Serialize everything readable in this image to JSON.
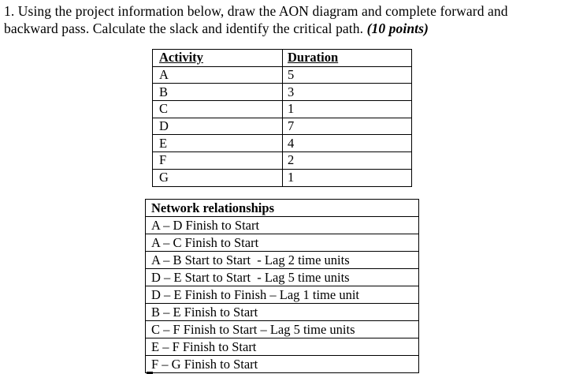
{
  "title": {
    "line1": "1. Using the project information below, draw the AON diagram and complete forward and",
    "line2": "backward pass. Calculate the slack and identify the critical path. ",
    "points": "(10 points)"
  },
  "activity_table": {
    "headers": [
      "Activity",
      "Duration"
    ],
    "rows": [
      [
        "A",
        "5"
      ],
      [
        "B",
        "3"
      ],
      [
        "C",
        "1"
      ],
      [
        "D",
        "7"
      ],
      [
        "E",
        "4"
      ],
      [
        "F",
        "2"
      ],
      [
        "G",
        "1"
      ]
    ]
  },
  "network_table": {
    "header": "Network relationships",
    "rows": [
      "A – D Finish to Start",
      "A – C Finish to Start",
      "A – B Start to Start  - Lag 2 time units",
      "D – E Start to Start  - Lag 5 time units",
      "D – E Finish to Finish – Lag 1 time unit",
      "B – E Finish to Start",
      "C – F Finish to Start – Lag 5 time units",
      "E – F Finish to Start",
      "F – G Finish to Start"
    ]
  }
}
